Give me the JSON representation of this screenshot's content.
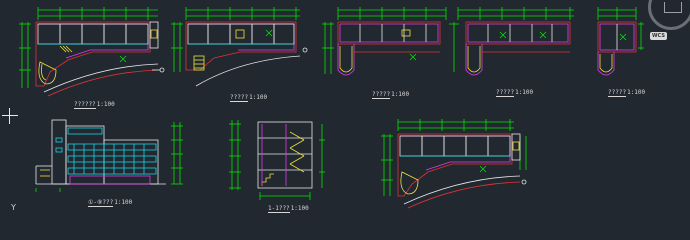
{
  "canvas": {
    "background": "#212830",
    "ucs_label": "Y",
    "wcs_label": "WCS"
  },
  "colors": {
    "dimension": "#00e400",
    "wall_red": "#e03434",
    "wall_magenta": "#e03ce8",
    "window_cyan": "#19d4e6",
    "yellow": "#f0e23a",
    "white": "#e6e6e6"
  },
  "drawings": {
    "plan_1": {
      "title": "??????",
      "scale": "1:100"
    },
    "plan_2": {
      "title": "?????",
      "scale": "1:100"
    },
    "plan_3": {
      "title": "?????",
      "scale": "1:100"
    },
    "plan_4": {
      "title": "?????",
      "scale": "1:100"
    },
    "plan_5": {
      "title": "?????",
      "scale": "1:100"
    },
    "elevation": {
      "title": "①-⑨???",
      "scale": "1:100"
    },
    "section": {
      "title": "1-1???",
      "scale": "1:100"
    }
  }
}
